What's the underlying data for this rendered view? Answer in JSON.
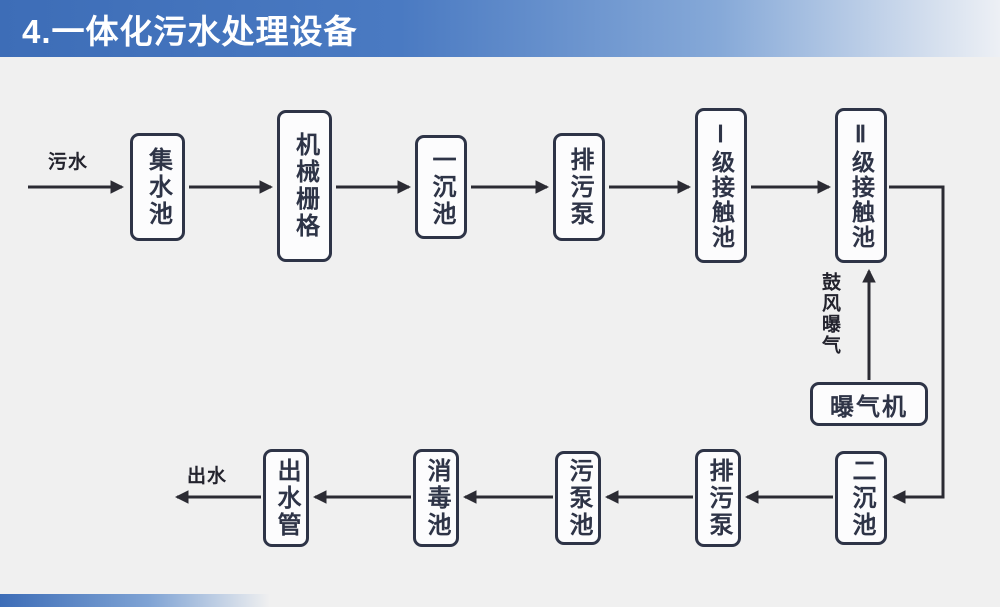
{
  "header": {
    "title": "4.一体化污水处理设备"
  },
  "flowchart": {
    "inlet_label": "污水",
    "outlet_label": "出水",
    "top_row": [
      {
        "label": "集水池"
      },
      {
        "label": "机械栅格"
      },
      {
        "label": "一沉池"
      },
      {
        "label": "排污泵"
      },
      {
        "label": "Ⅰ级接触池"
      },
      {
        "label": "Ⅱ级接触池"
      }
    ],
    "bottom_row": [
      {
        "label": "二沉池"
      },
      {
        "label": "排污泵"
      },
      {
        "label": "污泵池"
      },
      {
        "label": "消毒池"
      },
      {
        "label": "出水管"
      }
    ],
    "aerator": {
      "label": "曝气机",
      "arrow_label": "鼓风曝气"
    }
  },
  "colors": {
    "accent_blue": "#3d6db7",
    "box_border": "#2e3447",
    "arrow_line": "#2b2b33",
    "background": "#f0f0f0"
  }
}
